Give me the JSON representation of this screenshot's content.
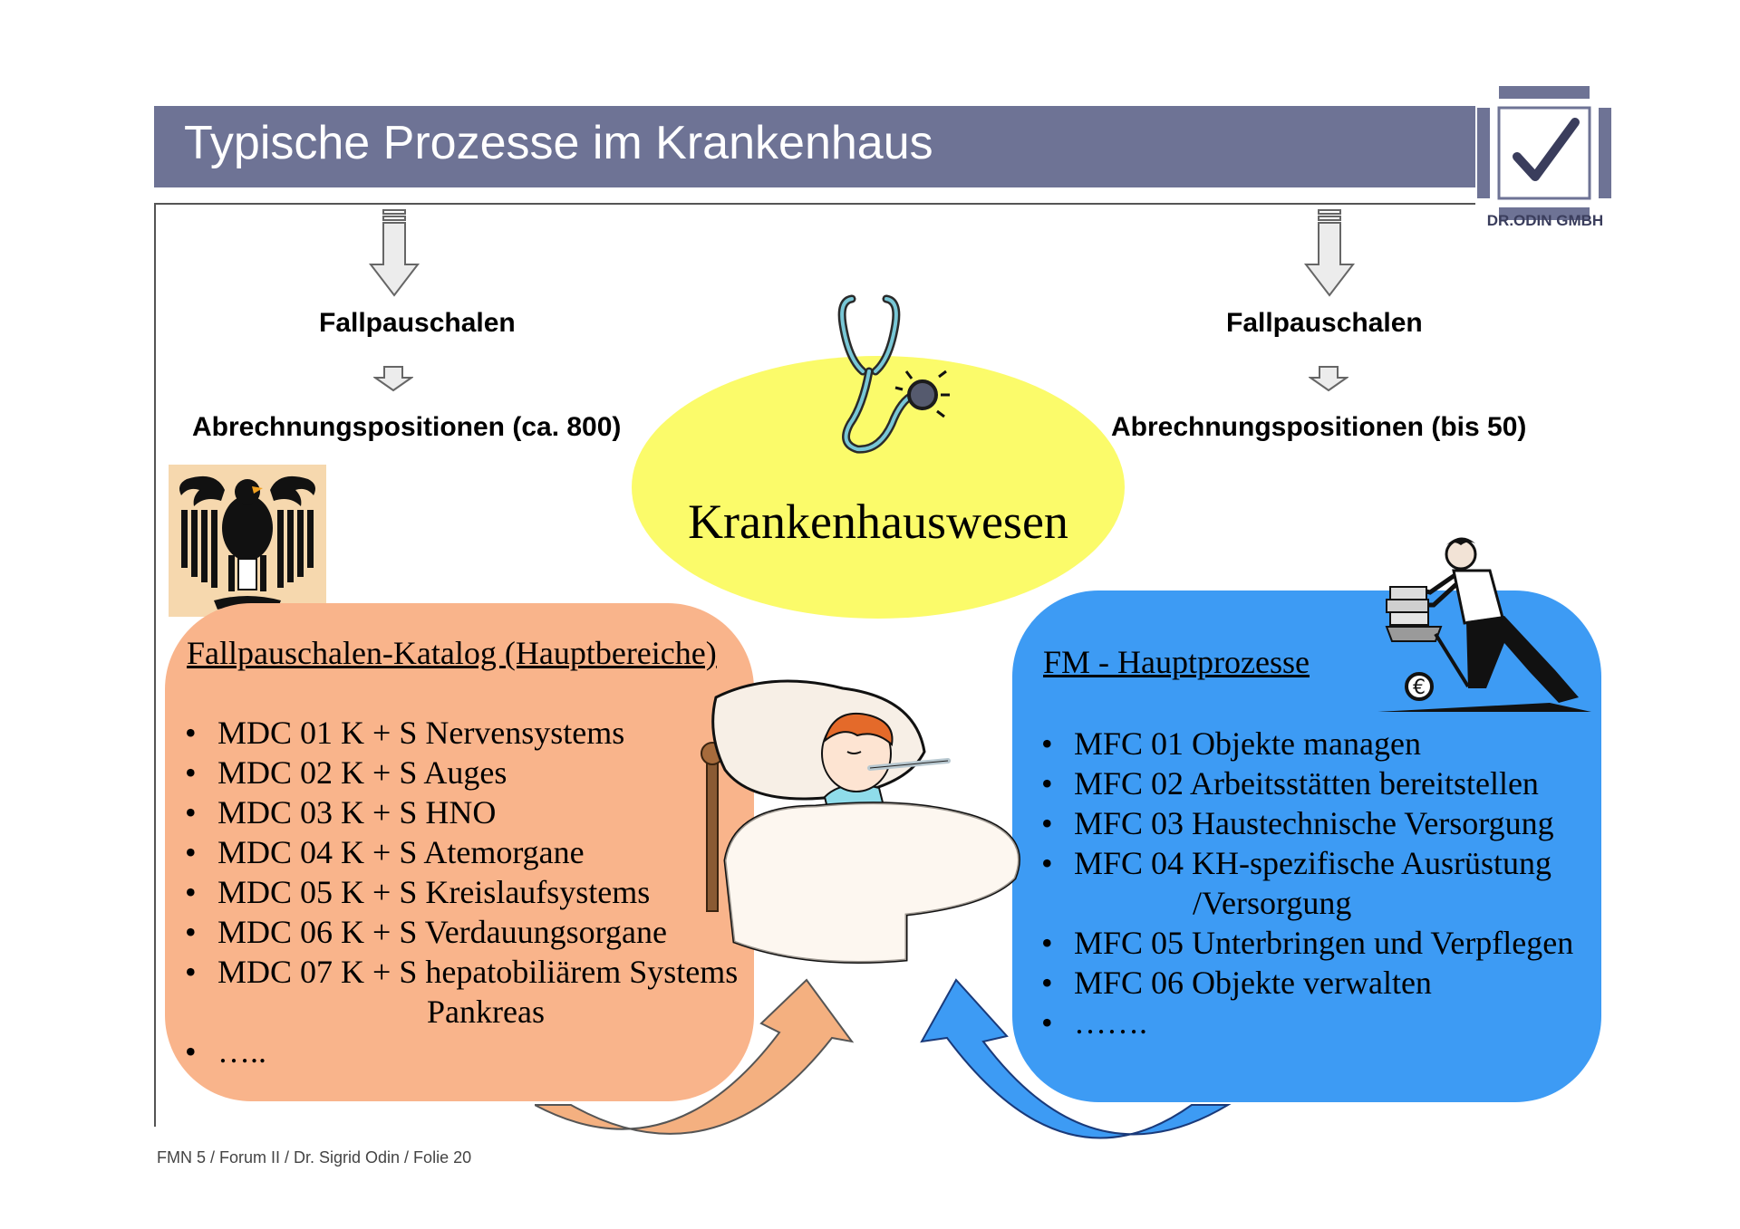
{
  "header": {
    "title": "Typische Prozesse im Krankenhaus"
  },
  "logo": {
    "company": "DR.ODIN GMBH"
  },
  "left_column": {
    "label_1": "Fallpauschalen",
    "label_2": "Abrechnungspositionen (ca. 800)"
  },
  "right_column": {
    "label_1": "Fallpauschalen",
    "label_2": "Abrechnungspositionen (bis 50)"
  },
  "center": {
    "label": "Krankenhauswesen"
  },
  "left_box": {
    "heading": "Fallpauschalen-Katalog (Hauptbereiche)",
    "items": [
      "MDC 01 K + S Nervensystems",
      "MDC 02 K + S Auges",
      "MDC 03 K + S HNO",
      "MDC 04 K + S Atemorgane",
      "MDC 05 K + S Kreislaufsystems",
      "MDC 06 K + S Verdauungsorgane",
      "MDC 07 K + S hepatobiliärem Systems",
      "Pankreas",
      "….."
    ],
    "color": "#f9b48b"
  },
  "right_box": {
    "heading": "FM - Hauptprozesse",
    "items": [
      "MFC 01 Objekte managen",
      "MFC 02 Arbeitsstätten bereitstellen",
      "MFC 03 Haustechnische Versorgung",
      "MFC 04 KH-spezifische Ausrüstung",
      "/Versorgung",
      "MFC 05 Unterbringen und Verpflegen",
      "MFC 06 Objekte verwalten",
      "……."
    ],
    "color": "#3d9bf4"
  },
  "icons": {
    "eagle": "federal-eagle-icon",
    "stethoscope": "stethoscope-icon",
    "patient": "sick-patient-in-bed-icon",
    "worker": "man-pushing-money-cart-icon",
    "check": "checkmark-icon"
  },
  "footer": {
    "text": "FMN 5 / Forum II / Dr. Sigrid Odin / Folie 20"
  }
}
